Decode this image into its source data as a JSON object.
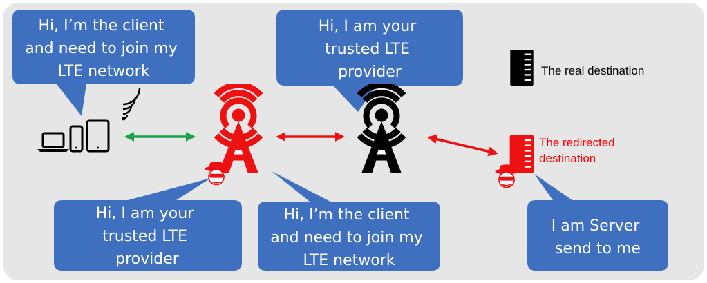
{
  "colors": {
    "panel": "#e6e6e6",
    "bubble": "#3f6fbf",
    "legit_arrow": "#16a34a",
    "attack": "#ee1111",
    "legit_tower": "#000000"
  },
  "bubbles": {
    "client_request": [
      "Hi, I’m the client",
      "and need to join my",
      "LTE network"
    ],
    "provider_claim": [
      "Hi, I am your",
      "trusted LTE",
      "provider"
    ],
    "fake_provider_claim": [
      "Hi, I am your",
      "trusted LTE",
      "provider"
    ],
    "relayed_client_request": [
      "Hi, I’m the client",
      "and need to join my",
      "LTE network"
    ],
    "fake_server_claim": [
      "I am Server",
      "send to me"
    ]
  },
  "labels": {
    "real_destination": "The real destination",
    "redirected_destination": [
      "The redirected",
      "destination"
    ]
  },
  "icons": {
    "client_devices": "laptop-phone-tablet-icon",
    "wireless": "wifi-signal-icon",
    "rogue_tower": "cell-tower-icon",
    "legit_tower": "cell-tower-icon",
    "real_server": "server-icon",
    "fake_server": "server-icon",
    "attacker": "hacker-icon"
  }
}
